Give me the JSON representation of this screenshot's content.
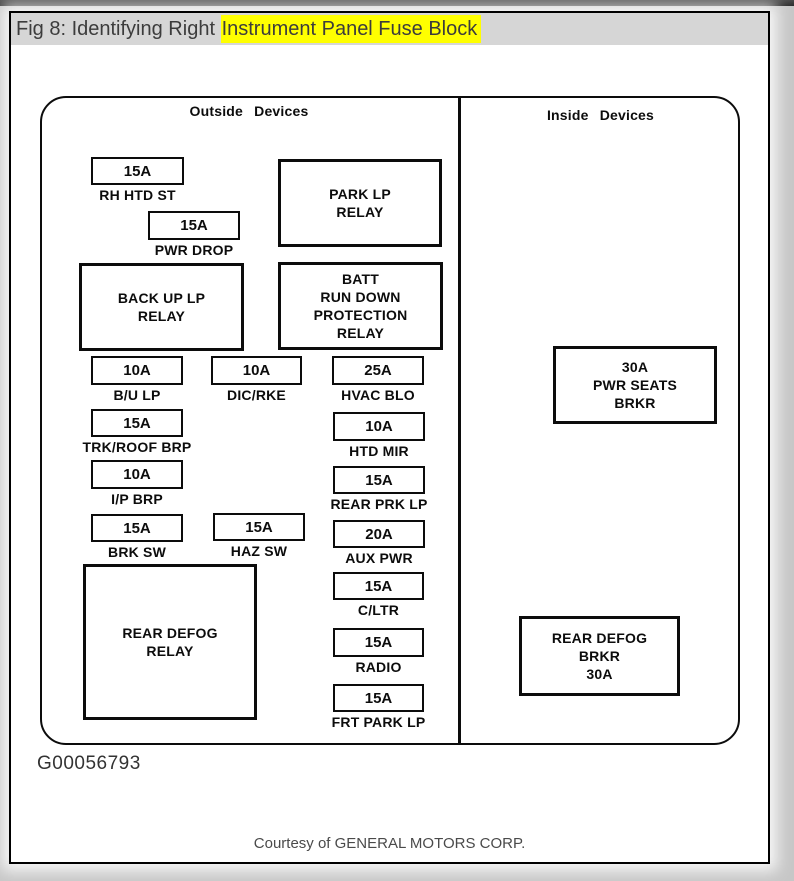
{
  "title": {
    "prefix": "Fig 8: Identifying Right ",
    "highlight": "Instrument Panel Fuse Block"
  },
  "diagram": {
    "outside": {
      "header": "Outside Devices",
      "fuses": [
        {
          "amp": "15A",
          "label": "RH HTD ST"
        },
        {
          "amp": "15A",
          "label": "PWR DROP"
        },
        {
          "amp": "10A",
          "label": "B/U LP"
        },
        {
          "amp": "10A",
          "label": "DIC/RKE"
        },
        {
          "amp": "25A",
          "label": "HVAC BLO"
        },
        {
          "amp": "15A",
          "label": "TRK/ROOF BRP"
        },
        {
          "amp": "10A",
          "label": "HTD MIR"
        },
        {
          "amp": "10A",
          "label": "I/P BRP"
        },
        {
          "amp": "15A",
          "label": "REAR PRK LP"
        },
        {
          "amp": "15A",
          "label": "BRK SW"
        },
        {
          "amp": "15A",
          "label": "HAZ SW"
        },
        {
          "amp": "20A",
          "label": "AUX PWR"
        },
        {
          "amp": "15A",
          "label": "C/LTR"
        },
        {
          "amp": "15A",
          "label": "RADIO"
        },
        {
          "amp": "15A",
          "label": "FRT PARK LP"
        }
      ],
      "relays": [
        {
          "text": "PARK LP\nRELAY"
        },
        {
          "text": "BACK UP LP\nRELAY"
        },
        {
          "text": "BATT\nRUN DOWN\nPROTECTION\nRELAY"
        },
        {
          "text": "REAR DEFOG\nRELAY"
        }
      ]
    },
    "inside": {
      "header": "Inside Devices",
      "breakers": [
        {
          "text": "30A\nPWR SEATS\nBRKR"
        },
        {
          "text": "REAR DEFOG\nBRKR\n30A"
        }
      ]
    }
  },
  "footer": {
    "figure_id": "G00056793",
    "courtesy": "Courtesy of GENERAL MOTORS CORP."
  },
  "colors": {
    "highlight": "#ffff00",
    "titlebar-bg": "#d6d6d6",
    "chrome-bar": "#4a4a4a",
    "ink": "#0c0c0c",
    "page-bg": "#ffffff",
    "outer-bg": "#c7c7c7"
  }
}
